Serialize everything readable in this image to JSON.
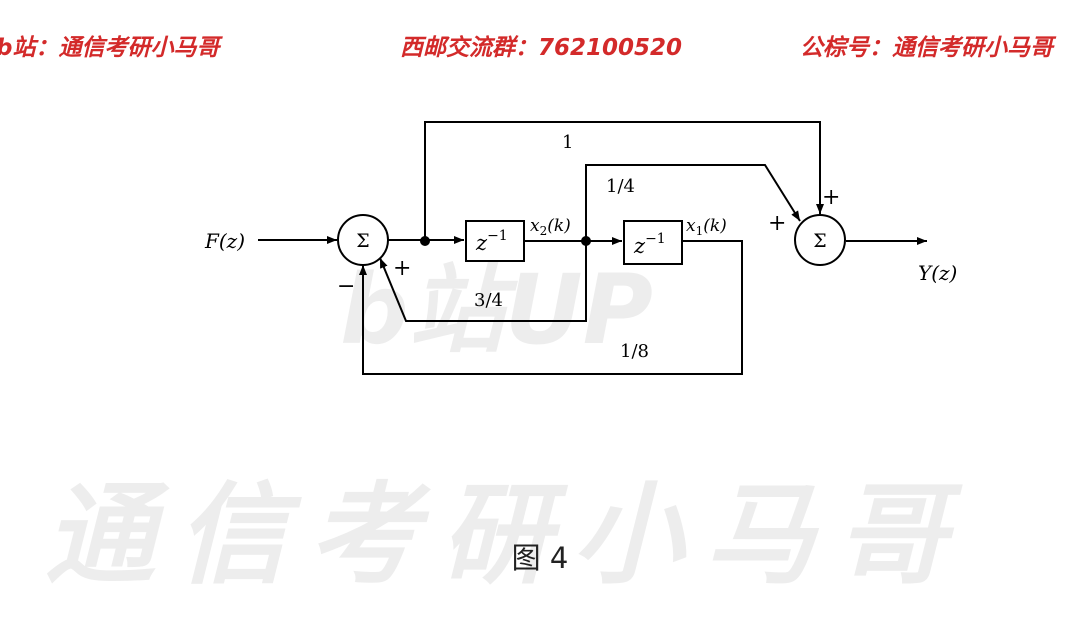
{
  "header": {
    "left": "b站：通信考研小马哥",
    "middle": "西邮交流群：762100520",
    "right": "公棕号：通信考研小马哥"
  },
  "watermark": {
    "big": "通信考研小马哥",
    "mid": "b站UP"
  },
  "diagram": {
    "input_label": "F(z)",
    "output_label": "Y(z)",
    "sum_symbol": "Σ",
    "delay_label": "z",
    "delay_exponent": "−1",
    "state_x2": "x",
    "state_x2_sub": "2",
    "state_x2_arg": "(k)",
    "state_x1": "x",
    "state_x1_sub": "1",
    "state_x1_arg": "(k)",
    "gain_top": "1",
    "gain_quarter": "1/4",
    "gain_three_quarter": "3/4",
    "gain_eighth": "1/8",
    "sign_plus_left": "+",
    "sign_minus_left": "−",
    "sign_plus_right_top": "+",
    "sign_plus_right_left": "+"
  },
  "caption": "图 4",
  "colors": {
    "header": "#d32a2a",
    "line": "#000000"
  }
}
